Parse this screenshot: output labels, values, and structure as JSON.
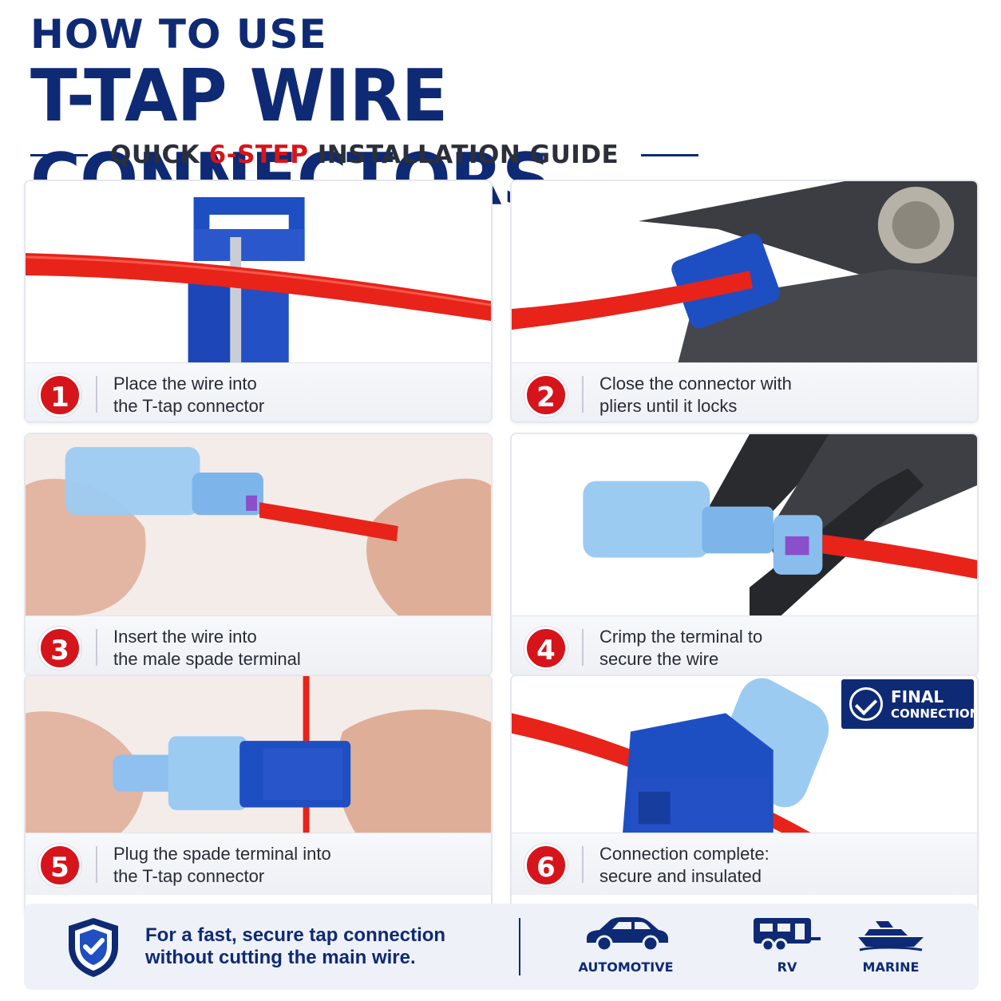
{
  "header": {
    "line1": "HOW TO USE",
    "line2": "T-TAP WIRE CONNECTORS",
    "subtitle_pre": "QUICK",
    "subtitle_accent": "6-STEP",
    "subtitle_post": "INSTALLATION GUIDE"
  },
  "steps": [
    {
      "number": "1",
      "line1": "Place the wire into",
      "line2": "the T-tap connector"
    },
    {
      "number": "2",
      "line1": "Close the connector with",
      "line2": "pliers until it locks"
    },
    {
      "number": "3",
      "line1": "Insert the wire into",
      "line2": "the male spade terminal"
    },
    {
      "number": "4",
      "line1": "Crimp the terminal to",
      "line2": "secure the wire"
    },
    {
      "number": "5",
      "line1": "Plug the spade terminal into",
      "line2": "the T-tap connector"
    },
    {
      "number": "6",
      "line1": "Connection complete:",
      "line2": "secure and insulated"
    }
  ],
  "final_badge": {
    "line1": "FINAL",
    "line2": "CONNECTION"
  },
  "footer": {
    "line1": "For a fast, secure tap connection",
    "line2": "without cutting the main wire.",
    "uses": [
      "AUTOMOTIVE",
      "RV",
      "MARINE"
    ]
  },
  "colors": {
    "navy": "#0f2a74",
    "red": "#d6141b",
    "wire": "#e8231a",
    "connector_blue": "#1e4fc2",
    "sleeve_blue": "#8fc4f2"
  }
}
